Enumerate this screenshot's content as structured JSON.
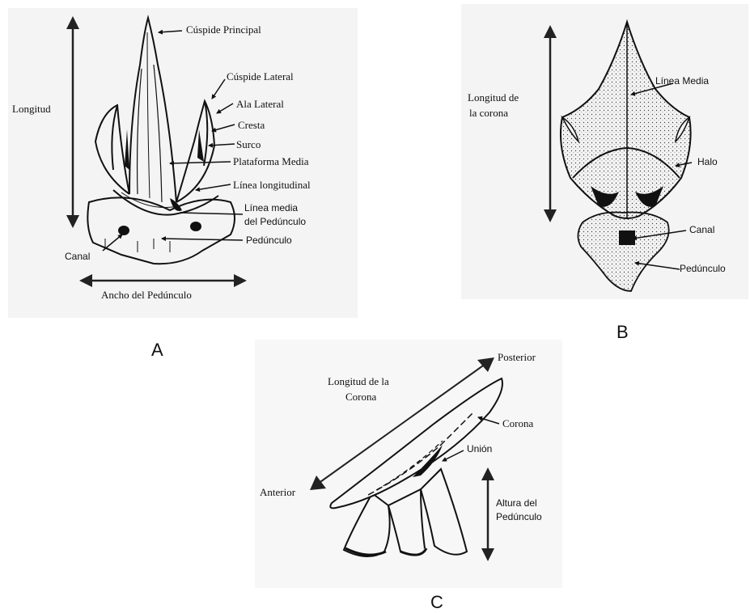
{
  "panel_a": {
    "caption": "A",
    "labels": {
      "cuspide_principal": "Cúspide Principal",
      "cuspide_lateral": "Cúspide Lateral",
      "ala_lateral": "Ala Lateral",
      "cresta": "Cresta",
      "surco": "Surco",
      "plataforma_media": "Plataforma Media",
      "linea_longitudinal": "Línea longitudinal",
      "linea_media_1": "Línea media",
      "linea_media_2": "del Pedúnculo",
      "pedunculo": "Pedúnculo",
      "canal": "Canal",
      "longitud": "Longitud",
      "ancho": "Ancho del Pedúnculo"
    }
  },
  "panel_b": {
    "caption": "B",
    "labels": {
      "longitud_1": "Longitud de",
      "longitud_2": "la corona",
      "linea_media": "Línea Media",
      "halo": "Halo",
      "canal": "Canal",
      "pedunculo": "Pedúnculo"
    }
  },
  "panel_c": {
    "caption": "C",
    "labels": {
      "posterior": "Posterior",
      "longitud_1": "Longitud de la",
      "longitud_2": "Corona",
      "corona": "Corona",
      "union": "Unión",
      "anterior": "Anterior",
      "altura_1": "Altura del",
      "altura_2": "Pedúnculo"
    }
  }
}
